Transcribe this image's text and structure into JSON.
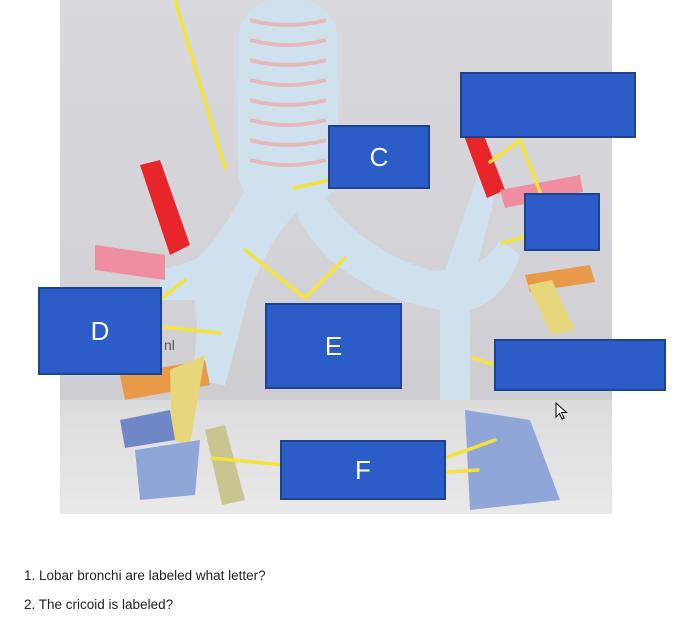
{
  "labels": {
    "c": "C",
    "d": "D",
    "e": "E",
    "f": "F",
    "top_right": "",
    "right_small": "",
    "right_middle": ""
  },
  "questions": [
    "1. Lobar bronchi are labeled what letter?",
    "2. The cricoid is labeled?"
  ],
  "photo_text": "nl",
  "colors": {
    "label_fill": "#2b5cc8",
    "leader_line": "#f4e33a",
    "airway": "#cfe0ee",
    "ring": "#e0b3b3"
  }
}
